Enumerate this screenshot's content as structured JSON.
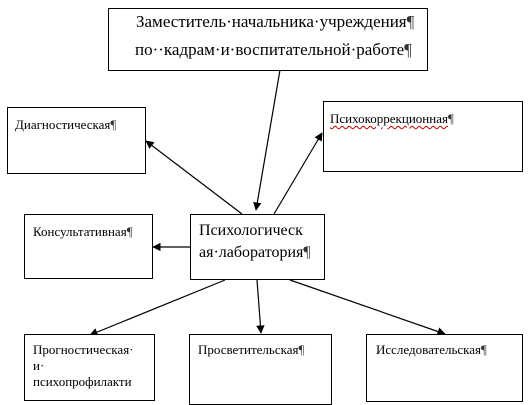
{
  "top_box": {
    "line1": "Заместитель·начальника·учреждения",
    "line2": "по··кадрам·и·воспитательной·работе"
  },
  "center_box": {
    "line1": "Психологическ",
    "line2": "ая·лаборатория"
  },
  "boxes": {
    "diagnostic": "Диагностическая",
    "psychocorrection": "Психокоррекционная",
    "consultative": "Консультативная",
    "prognostic_line1": "Прогностическая·",
    "prognostic_line2": "и·",
    "prognostic_line3": "психопрофилакти",
    "educational": "Просветительская",
    "research": "Исследовательская"
  },
  "pilcrow": "¶"
}
